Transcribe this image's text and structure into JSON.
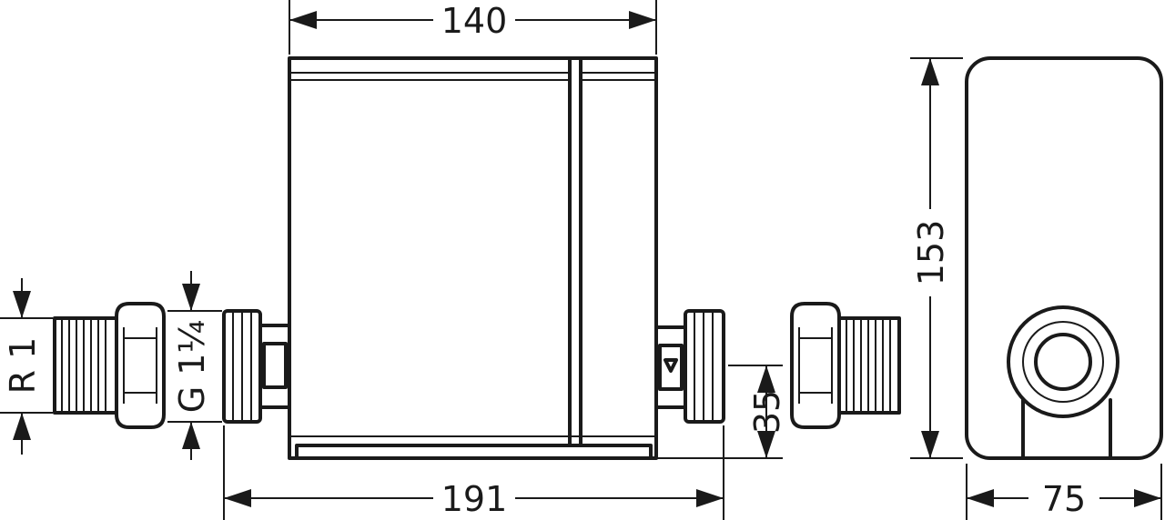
{
  "dimensions": {
    "top_width": "140",
    "bottom_width": "191",
    "side_height": "153",
    "side_width": "75",
    "offset_height": "35",
    "thread_left": "R 1",
    "thread_right": "G 1¼"
  }
}
